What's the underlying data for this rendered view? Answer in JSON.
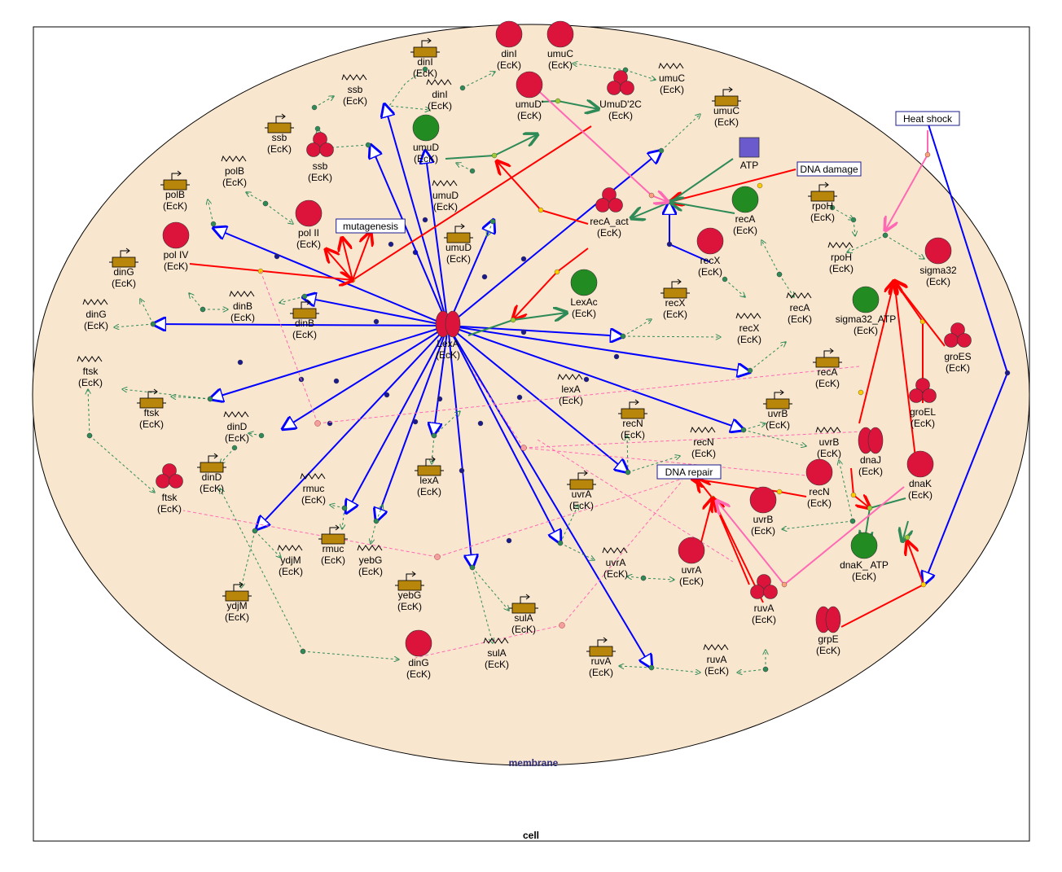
{
  "compartments": {
    "cell_label": "cell",
    "membrane_label": "membrane"
  },
  "colors": {
    "membrane_fill": "#f9e6cf",
    "protein": "#dc143c",
    "protein_active": "#228b22",
    "gene": "#b8860b",
    "atp": "#6a5acd",
    "repress": "#0000ff",
    "activate": "#ff0000",
    "convert": "#2e8b57",
    "transcribe": "#2e8b57",
    "pink": "#ff69b4"
  },
  "signals": [
    {
      "id": "heat-shock",
      "text": "Heat shock"
    },
    {
      "id": "dna-damage",
      "text": "DNA damage"
    },
    {
      "id": "mutagenesis",
      "text": "mutagenesis"
    },
    {
      "id": "dna-repair",
      "text": "DNA repair"
    }
  ],
  "nodes": [
    {
      "id": "LexA",
      "kind": "dimer",
      "name": "LexA",
      "tag": "(EcK)"
    },
    {
      "id": "dinI_g",
      "kind": "gene",
      "name": "dinI",
      "tag": "(EcK)"
    },
    {
      "id": "dinI_m",
      "kind": "mrna",
      "name": "dinI",
      "tag": "(EcK)"
    },
    {
      "id": "dinI_p",
      "kind": "protein",
      "name": "dinI",
      "tag": "(EcK)"
    },
    {
      "id": "umuC_p",
      "kind": "protein",
      "name": "umuC",
      "tag": "(EcK)"
    },
    {
      "id": "umuC_m",
      "kind": "mrna",
      "name": "umuC",
      "tag": "(EcK)"
    },
    {
      "id": "umuC_g",
      "kind": "gene",
      "name": "umuC",
      "tag": "(EcK)"
    },
    {
      "id": "umuDp",
      "kind": "protein",
      "name": "umuD'",
      "tag": "(EcK)"
    },
    {
      "id": "umuD2C",
      "kind": "trimer",
      "name": "UmuD'2C",
      "tag": "(EcK)"
    },
    {
      "id": "umuD_p",
      "kind": "active",
      "name": "umuD",
      "tag": "(EcK)"
    },
    {
      "id": "umuD_m",
      "kind": "mrna",
      "name": "umuD",
      "tag": "(EcK)"
    },
    {
      "id": "umuD_g",
      "kind": "gene",
      "name": "umuD",
      "tag": "(EcK)"
    },
    {
      "id": "ssb_m",
      "kind": "mrna",
      "name": "ssb",
      "tag": "(EcK)"
    },
    {
      "id": "ssb_g",
      "kind": "gene",
      "name": "ssb",
      "tag": "(EcK)"
    },
    {
      "id": "ssb_p",
      "kind": "trimer",
      "name": "ssb",
      "tag": "(EcK)"
    },
    {
      "id": "polB_m",
      "kind": "mrna",
      "name": "polB",
      "tag": "(EcK)"
    },
    {
      "id": "polB_g",
      "kind": "gene",
      "name": "polB",
      "tag": "(EcK)"
    },
    {
      "id": "polII",
      "kind": "protein",
      "name": "pol II",
      "tag": "(EcK)"
    },
    {
      "id": "polIV",
      "kind": "protein",
      "name": "pol IV",
      "tag": "(EcK)"
    },
    {
      "id": "dinG_g1",
      "kind": "gene",
      "name": "dinG",
      "tag": "(EcK)"
    },
    {
      "id": "dinG_m",
      "kind": "mrna",
      "name": "dinG",
      "tag": "(EcK)"
    },
    {
      "id": "dinB_m",
      "kind": "mrna",
      "name": "dinB",
      "tag": "(EcK)"
    },
    {
      "id": "dinB_g",
      "kind": "gene",
      "name": "dinB",
      "tag": "(EcK)"
    },
    {
      "id": "ftsk_m",
      "kind": "mrna",
      "name": "ftsk",
      "tag": "(EcK)"
    },
    {
      "id": "ftsk_g",
      "kind": "gene",
      "name": "ftsk",
      "tag": "(EcK)"
    },
    {
      "id": "ftsk_p",
      "kind": "trimer",
      "name": "ftsk",
      "tag": "(EcK)"
    },
    {
      "id": "dinD_m",
      "kind": "mrna",
      "name": "dinD",
      "tag": "(EcK)"
    },
    {
      "id": "dinD_g",
      "kind": "gene",
      "name": "dinD",
      "tag": "(EcK)"
    },
    {
      "id": "rmuc_m",
      "kind": "mrna",
      "name": "rmuc",
      "tag": "(EcK)"
    },
    {
      "id": "rmuc_g",
      "kind": "gene",
      "name": "rmuc",
      "tag": "(EcK)"
    },
    {
      "id": "ydjM_m",
      "kind": "mrna",
      "name": "ydjM",
      "tag": "(EcK)"
    },
    {
      "id": "ydjM_g",
      "kind": "gene",
      "name": "ydjM",
      "tag": "(EcK)"
    },
    {
      "id": "yebG_m",
      "kind": "mrna",
      "name": "yebG",
      "tag": "(EcK)"
    },
    {
      "id": "yebG_g",
      "kind": "gene",
      "name": "yebG",
      "tag": "(EcK)"
    },
    {
      "id": "dinG_p",
      "kind": "protein",
      "name": "dinG",
      "tag": "(EcK)"
    },
    {
      "id": "lexA_g",
      "kind": "gene",
      "name": "lexA",
      "tag": "(EcK)"
    },
    {
      "id": "lexA_m",
      "kind": "mrna",
      "name": "lexA",
      "tag": "(EcK)"
    },
    {
      "id": "sulA_m",
      "kind": "mrna",
      "name": "sulA",
      "tag": "(EcK)"
    },
    {
      "id": "sulA_g",
      "kind": "gene",
      "name": "sulA",
      "tag": "(EcK)"
    },
    {
      "id": "ruvA_g",
      "kind": "gene",
      "name": "ruvA",
      "tag": "(EcK)"
    },
    {
      "id": "ruvA_m",
      "kind": "mrna",
      "name": "ruvA",
      "tag": "(EcK)"
    },
    {
      "id": "ruvA_p",
      "kind": "trimer",
      "name": "ruvA",
      "tag": "(EcK)"
    },
    {
      "id": "uvrA_g",
      "kind": "gene",
      "name": "uvrA",
      "tag": "(EcK)"
    },
    {
      "id": "uvrA_m",
      "kind": "mrna",
      "name": "uvrA",
      "tag": "(EcK)"
    },
    {
      "id": "uvrA_p",
      "kind": "protein",
      "name": "uvrA",
      "tag": "(EcK)"
    },
    {
      "id": "uvrB_p",
      "kind": "protein",
      "name": "uvrB",
      "tag": "(EcK)"
    },
    {
      "id": "uvrB_g",
      "kind": "gene",
      "name": "uvrB",
      "tag": "(EcK)"
    },
    {
      "id": "uvrB_m",
      "kind": "mrna",
      "name": "uvrB",
      "tag": "(EcK)"
    },
    {
      "id": "recN_g",
      "kind": "gene",
      "name": "recN",
      "tag": "(EcK)"
    },
    {
      "id": "recN_m",
      "kind": "mrna",
      "name": "recN",
      "tag": "(EcK)"
    },
    {
      "id": "recN_p",
      "kind": "protein",
      "name": "recN",
      "tag": "(EcK)"
    },
    {
      "id": "recX_g",
      "kind": "gene",
      "name": "recX",
      "tag": "(EcK)"
    },
    {
      "id": "recX_m",
      "kind": "mrna",
      "name": "recX",
      "tag": "(EcK)"
    },
    {
      "id": "recX_p",
      "kind": "protein",
      "name": "recX",
      "tag": "(EcK)"
    },
    {
      "id": "recA_act",
      "kind": "trimer",
      "name": "recA_act",
      "tag": "(EcK)"
    },
    {
      "id": "recA_p",
      "kind": "active",
      "name": "recA",
      "tag": "(EcK)"
    },
    {
      "id": "recA_m",
      "kind": "mrna",
      "name": "recA",
      "tag": "(EcK)"
    },
    {
      "id": "recA_g",
      "kind": "gene",
      "name": "recA",
      "tag": "(EcK)"
    },
    {
      "id": "LexAc",
      "kind": "active",
      "name": "LexAc",
      "tag": "(EcK)"
    },
    {
      "id": "ATP",
      "kind": "atp",
      "name": "ATP",
      "tag": ""
    },
    {
      "id": "rpoH_g",
      "kind": "gene",
      "name": "rpoH",
      "tag": "(EcK)"
    },
    {
      "id": "rpoH_m",
      "kind": "mrna",
      "name": "rpoH",
      "tag": "(EcK)"
    },
    {
      "id": "sigma32",
      "kind": "protein",
      "name": "sigma32",
      "tag": "(EcK)"
    },
    {
      "id": "sigma32_ATP",
      "kind": "active",
      "name": "sigma32_ATP",
      "tag": "(EcK)"
    },
    {
      "id": "groES",
      "kind": "trimer",
      "name": "groES",
      "tag": "(EcK)"
    },
    {
      "id": "groEL",
      "kind": "trimer",
      "name": "groEL",
      "tag": "(EcK)"
    },
    {
      "id": "dnaJ",
      "kind": "dimer",
      "name": "dnaJ",
      "tag": "(EcK)"
    },
    {
      "id": "dnaK",
      "kind": "protein",
      "name": "dnaK",
      "tag": "(EcK)"
    },
    {
      "id": "dnaK_ATP",
      "kind": "active",
      "name": "dnaK_ ATP",
      "tag": "(EcK)"
    },
    {
      "id": "grpE",
      "kind": "dimer",
      "name": "grpE",
      "tag": "(EcK)"
    }
  ]
}
